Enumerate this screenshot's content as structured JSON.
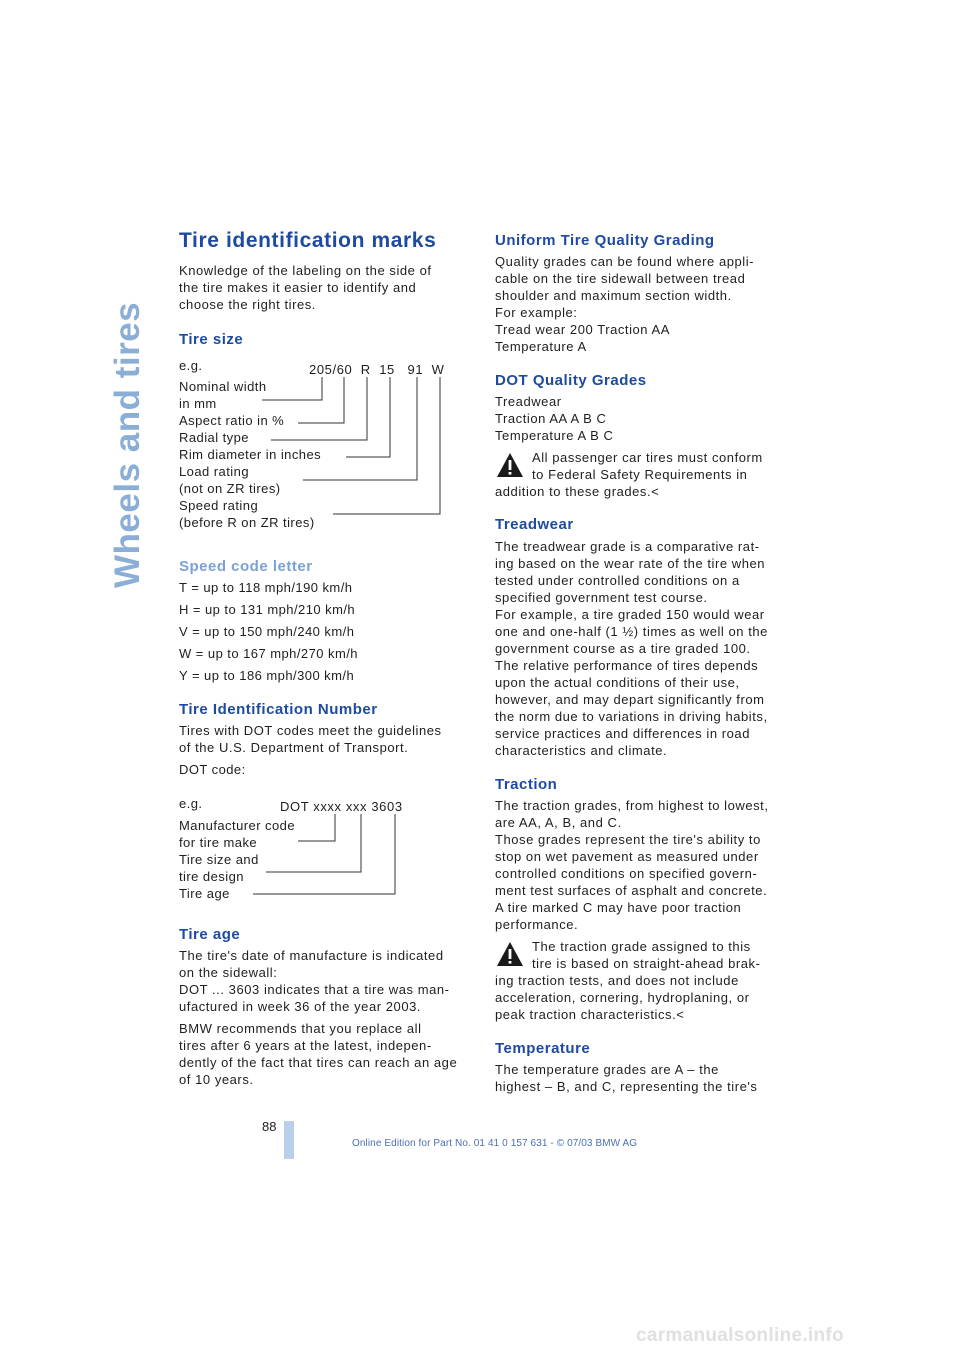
{
  "sidebar": {
    "chapter": "Wheels and tires"
  },
  "left": {
    "title": "Tire identification marks",
    "intro": "Knowledge of the labeling on the side of\nthe tire makes it easier to identify and\nchoose the right tires.",
    "tire_size": {
      "heading": "Tire size",
      "eg": "e.g.",
      "code": "205/60  R  15   91  W",
      "labels": [
        "Nominal width",
        "in mm",
        "Aspect ratio in %",
        "Radial type",
        "Rim diameter in inches",
        "Load rating",
        "(not on ZR tires)",
        "Speed rating",
        "(before R on ZR tires)"
      ]
    },
    "speed_code": {
      "heading": "Speed code letter",
      "items": [
        "T = up to 118 mph/190 km/h",
        "H = up to 131 mph/210 km/h",
        "V = up to 150 mph/240 km/h",
        "W = up to 167 mph/270 km/h",
        "Y = up to 186 mph/300 km/h"
      ]
    },
    "tin": {
      "heading": "Tire Identification Number",
      "text": "Tires with DOT codes meet the guidelines\nof the U.S. Department of Transport.",
      "dot_label": "DOT code:",
      "eg": "e.g.",
      "code": "DOT xxxx xxx 3603",
      "labels": [
        "Manufacturer code",
        "for tire make",
        "Tire size and",
        "tire design",
        "Tire age"
      ]
    },
    "tire_age": {
      "heading": "Tire age",
      "text1": "The tire's date of manufacture is indicated\non the sidewall:\nDOT ... 3603 indicates that a tire was man-\nufactured in week 36 of the year 2003.",
      "text2": "BMW recommends that you replace all\ntires after 6 years at the latest, indepen-\ndently of the fact that tires can reach an age\nof 10 years."
    }
  },
  "right": {
    "utqg": {
      "heading": "Uniform Tire Quality Grading",
      "text": "Quality grades can be found where appli-\ncable on the tire sidewall between tread\nshoulder and maximum section width.\nFor example:\nTread wear 200 Traction AA\nTemperature A"
    },
    "dot_grades": {
      "heading": "DOT Quality Grades",
      "text": "Treadwear\nTraction AA A B C\nTemperature A B C",
      "warn_first": "All passenger car tires must conform\nto Federal Safety Requirements in",
      "warn_rest": "addition to these grades.<"
    },
    "treadwear": {
      "heading": "Treadwear",
      "text": "The treadwear grade is a comparative rat-\ning based on the wear rate of the tire when\ntested under controlled conditions on a\nspecified government test course.\nFor example, a tire graded 150 would wear\none and one-half (1 ½) times as well on the\ngovernment course as a tire graded 100.\nThe relative performance of tires depends\nupon the actual conditions of their use,\nhowever, and may depart significantly from\nthe norm due to variations in driving habits,\nservice practices and differences in road\ncharacteristics and climate."
    },
    "traction": {
      "heading": "Traction",
      "text": "The traction grades, from highest to lowest,\nare AA, A, B, and C.\nThose grades represent the tire's ability to\nstop on wet pavement as measured under\ncontrolled conditions on specified govern-\nment test surfaces of asphalt and concrete.\nA tire marked C may have poor traction\nperformance.",
      "warn_first": "The traction grade assigned to this\ntire is based on straight-ahead brak-",
      "warn_rest": "ing traction tests, and does not include\nacceleration, cornering, hydroplaning, or\npeak traction characteristics.<"
    },
    "temperature": {
      "heading": "Temperature",
      "text": "The temperature grades are A – the\nhighest – B, and C, representing the tire's"
    }
  },
  "footer": {
    "page_number": "88",
    "edition": "Online Edition for Part No. 01 41 0 157 631 - © 07/03 BMW AG",
    "watermark": "carmanualsonline.info"
  }
}
